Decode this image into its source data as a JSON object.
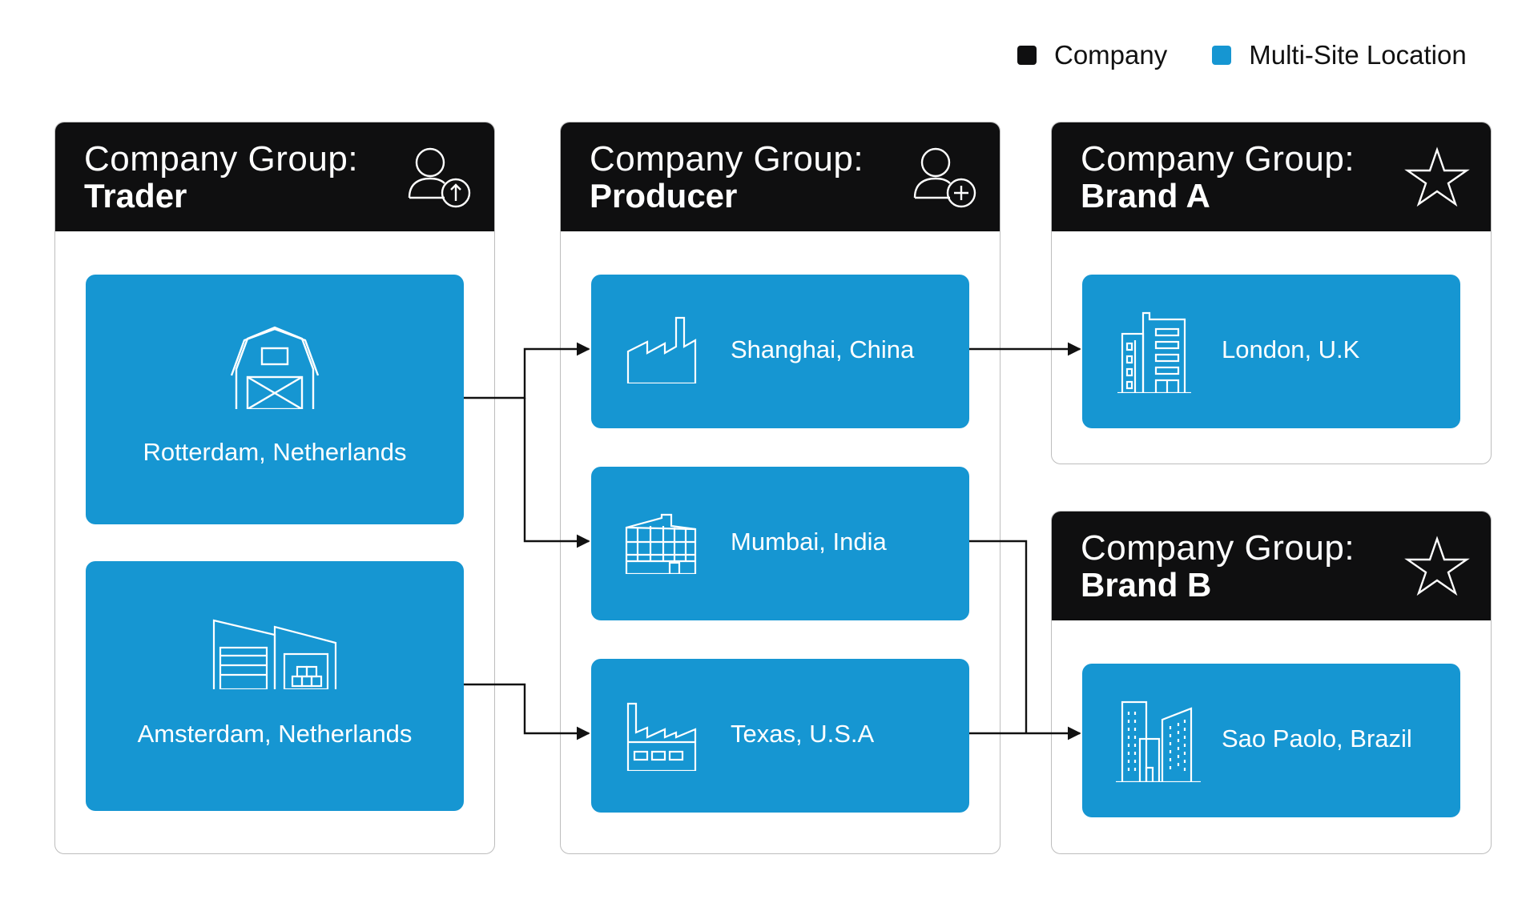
{
  "legend": {
    "company_label": "Company",
    "company_color": "#0f0f10",
    "multisite_label": "Multi-Site Location",
    "multisite_color": "#1696d2"
  },
  "groups": {
    "trader": {
      "label": "Company Group:",
      "name": "Trader",
      "icon": "user-upload-icon"
    },
    "producer": {
      "label": "Company Group:",
      "name": "Producer",
      "icon": "user-add-icon"
    },
    "brand_a": {
      "label": "Company Group:",
      "name": "Brand A",
      "icon": "star-icon"
    },
    "brand_b": {
      "label": "Company Group:",
      "name": "Brand B",
      "icon": "star-icon"
    }
  },
  "sites": {
    "rotterdam": {
      "name": "Rotterdam, Netherlands",
      "icon": "barn-icon"
    },
    "amsterdam": {
      "name": "Amsterdam, Netherlands",
      "icon": "warehouse-icon"
    },
    "shanghai": {
      "name": "Shanghai, China",
      "icon": "factory-icon"
    },
    "mumbai": {
      "name": "Mumbai, India",
      "icon": "industrial-building-icon"
    },
    "texas": {
      "name": "Texas, U.S.A",
      "icon": "plant-icon"
    },
    "london": {
      "name": "London, U.K",
      "icon": "office-building-icon"
    },
    "sao_paolo": {
      "name": "Sao Paolo, Brazil",
      "icon": "city-buildings-icon"
    }
  },
  "connections": [
    {
      "from": "Rotterdam, Netherlands",
      "to": "Shanghai, China"
    },
    {
      "from": "Rotterdam, Netherlands",
      "to": "Mumbai, India"
    },
    {
      "from": "Amsterdam, Netherlands",
      "to": "Texas, U.S.A"
    },
    {
      "from": "Shanghai, China",
      "to": "London, U.K"
    },
    {
      "from": "Mumbai, India",
      "to": "Sao Paolo, Brazil"
    },
    {
      "from": "Texas, U.S.A",
      "to": "Sao Paolo, Brazil"
    }
  ]
}
